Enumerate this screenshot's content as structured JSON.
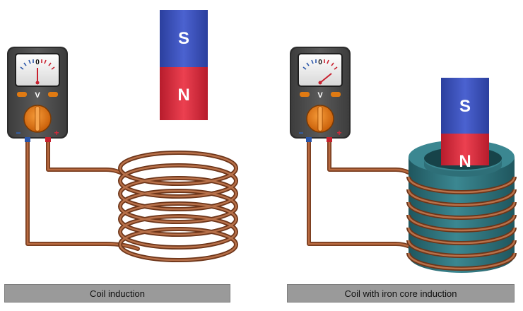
{
  "panels": {
    "left": {
      "caption": "Coil induction"
    },
    "right": {
      "caption": "Coil with iron core induction"
    }
  },
  "voltmeter": {
    "scale_zero": "0",
    "unit": "V",
    "minus": "−",
    "plus": "+"
  },
  "magnet": {
    "south": "S",
    "north": "N"
  },
  "colors": {
    "magnet_south": "#3a4fb8",
    "magnet_north": "#d8283a",
    "copper": "#9a5230",
    "iron_core": "#2e6f78",
    "meter_body": "#505050",
    "knob": "#e07a12",
    "caption_bg": "#9a9a9a"
  }
}
